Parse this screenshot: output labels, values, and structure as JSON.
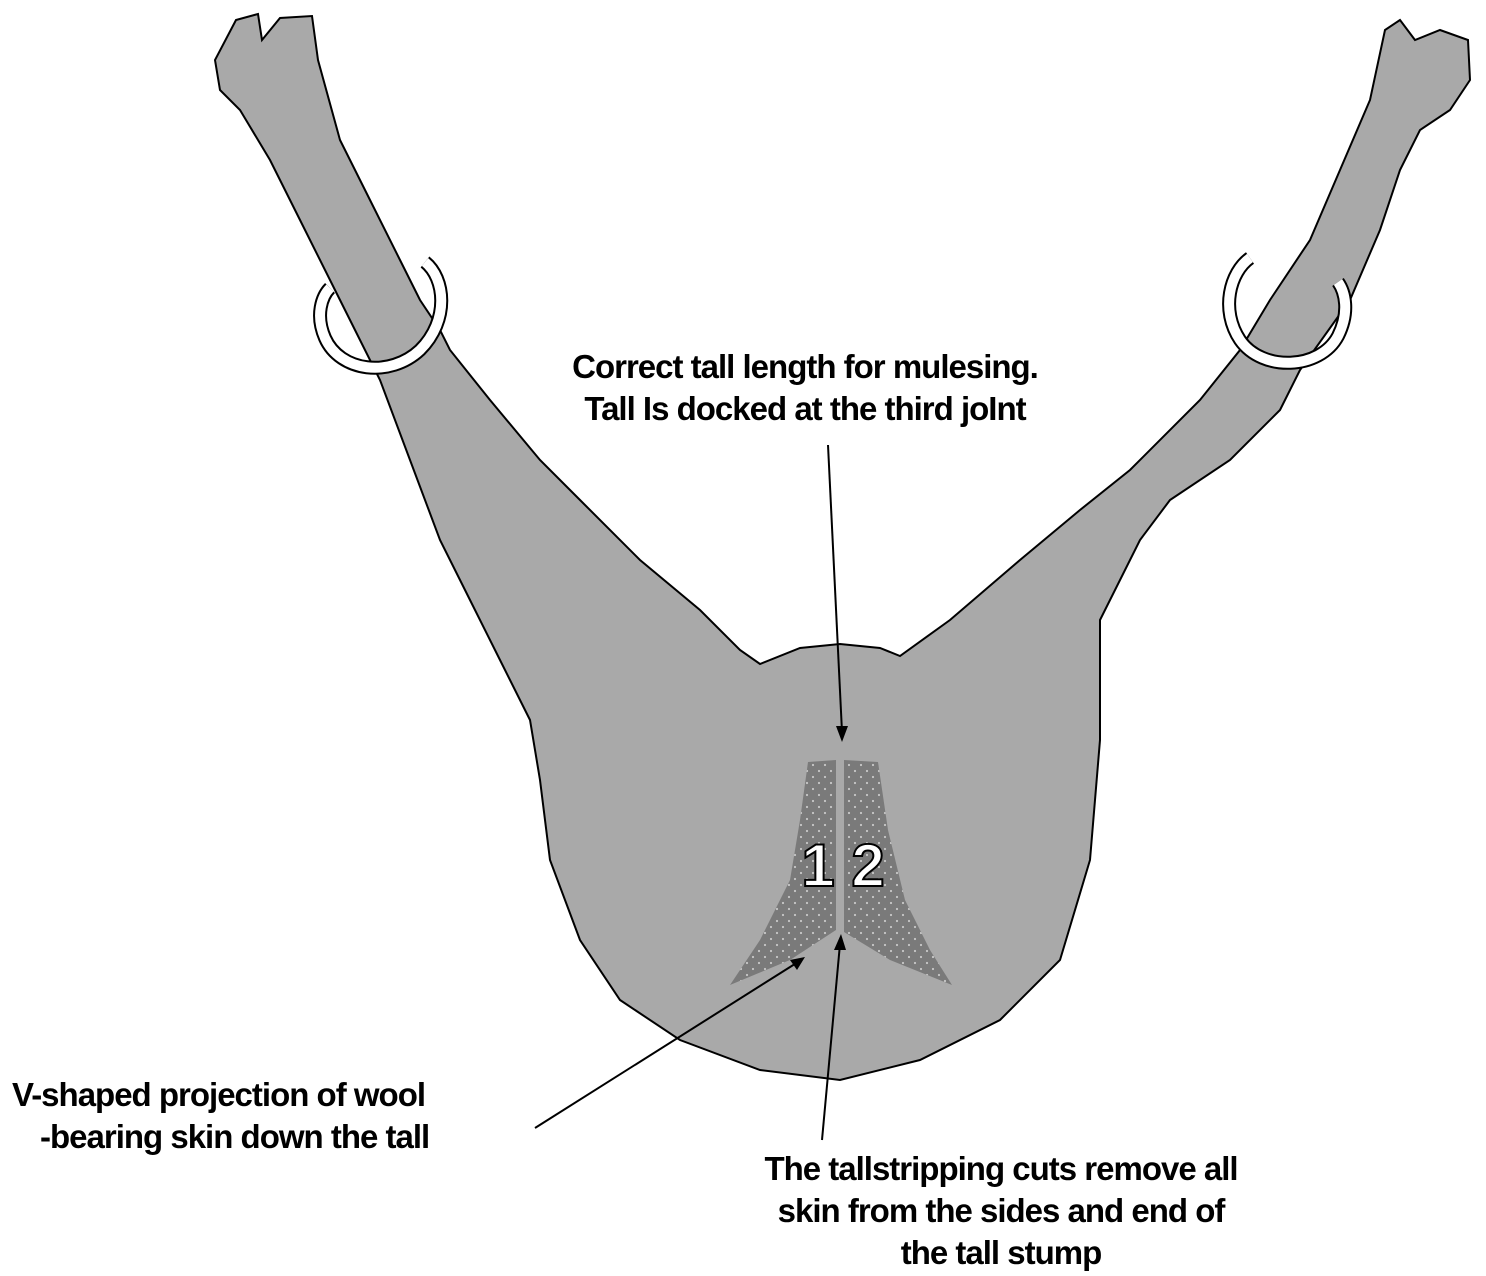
{
  "labels": {
    "tail_length": {
      "line1": "Correct tall length for mulesing.",
      "line2": "Tall Is docked at the third joInt"
    },
    "v_shaped": {
      "line1": "V-shaped projection of wool",
      "line2": "-bearing skin down the tall"
    },
    "tailstripping": {
      "line1": "The tallstripping cuts remove all",
      "line2": "skin from the sides and end of",
      "line3": "the tall stump"
    },
    "number_1": "1",
    "number_2": "2"
  },
  "colors": {
    "body": "#a9a9a9",
    "wool_patch": "#7a7a7a",
    "outline": "#000000",
    "shackle": "#ffffff",
    "background": "#ffffff"
  }
}
